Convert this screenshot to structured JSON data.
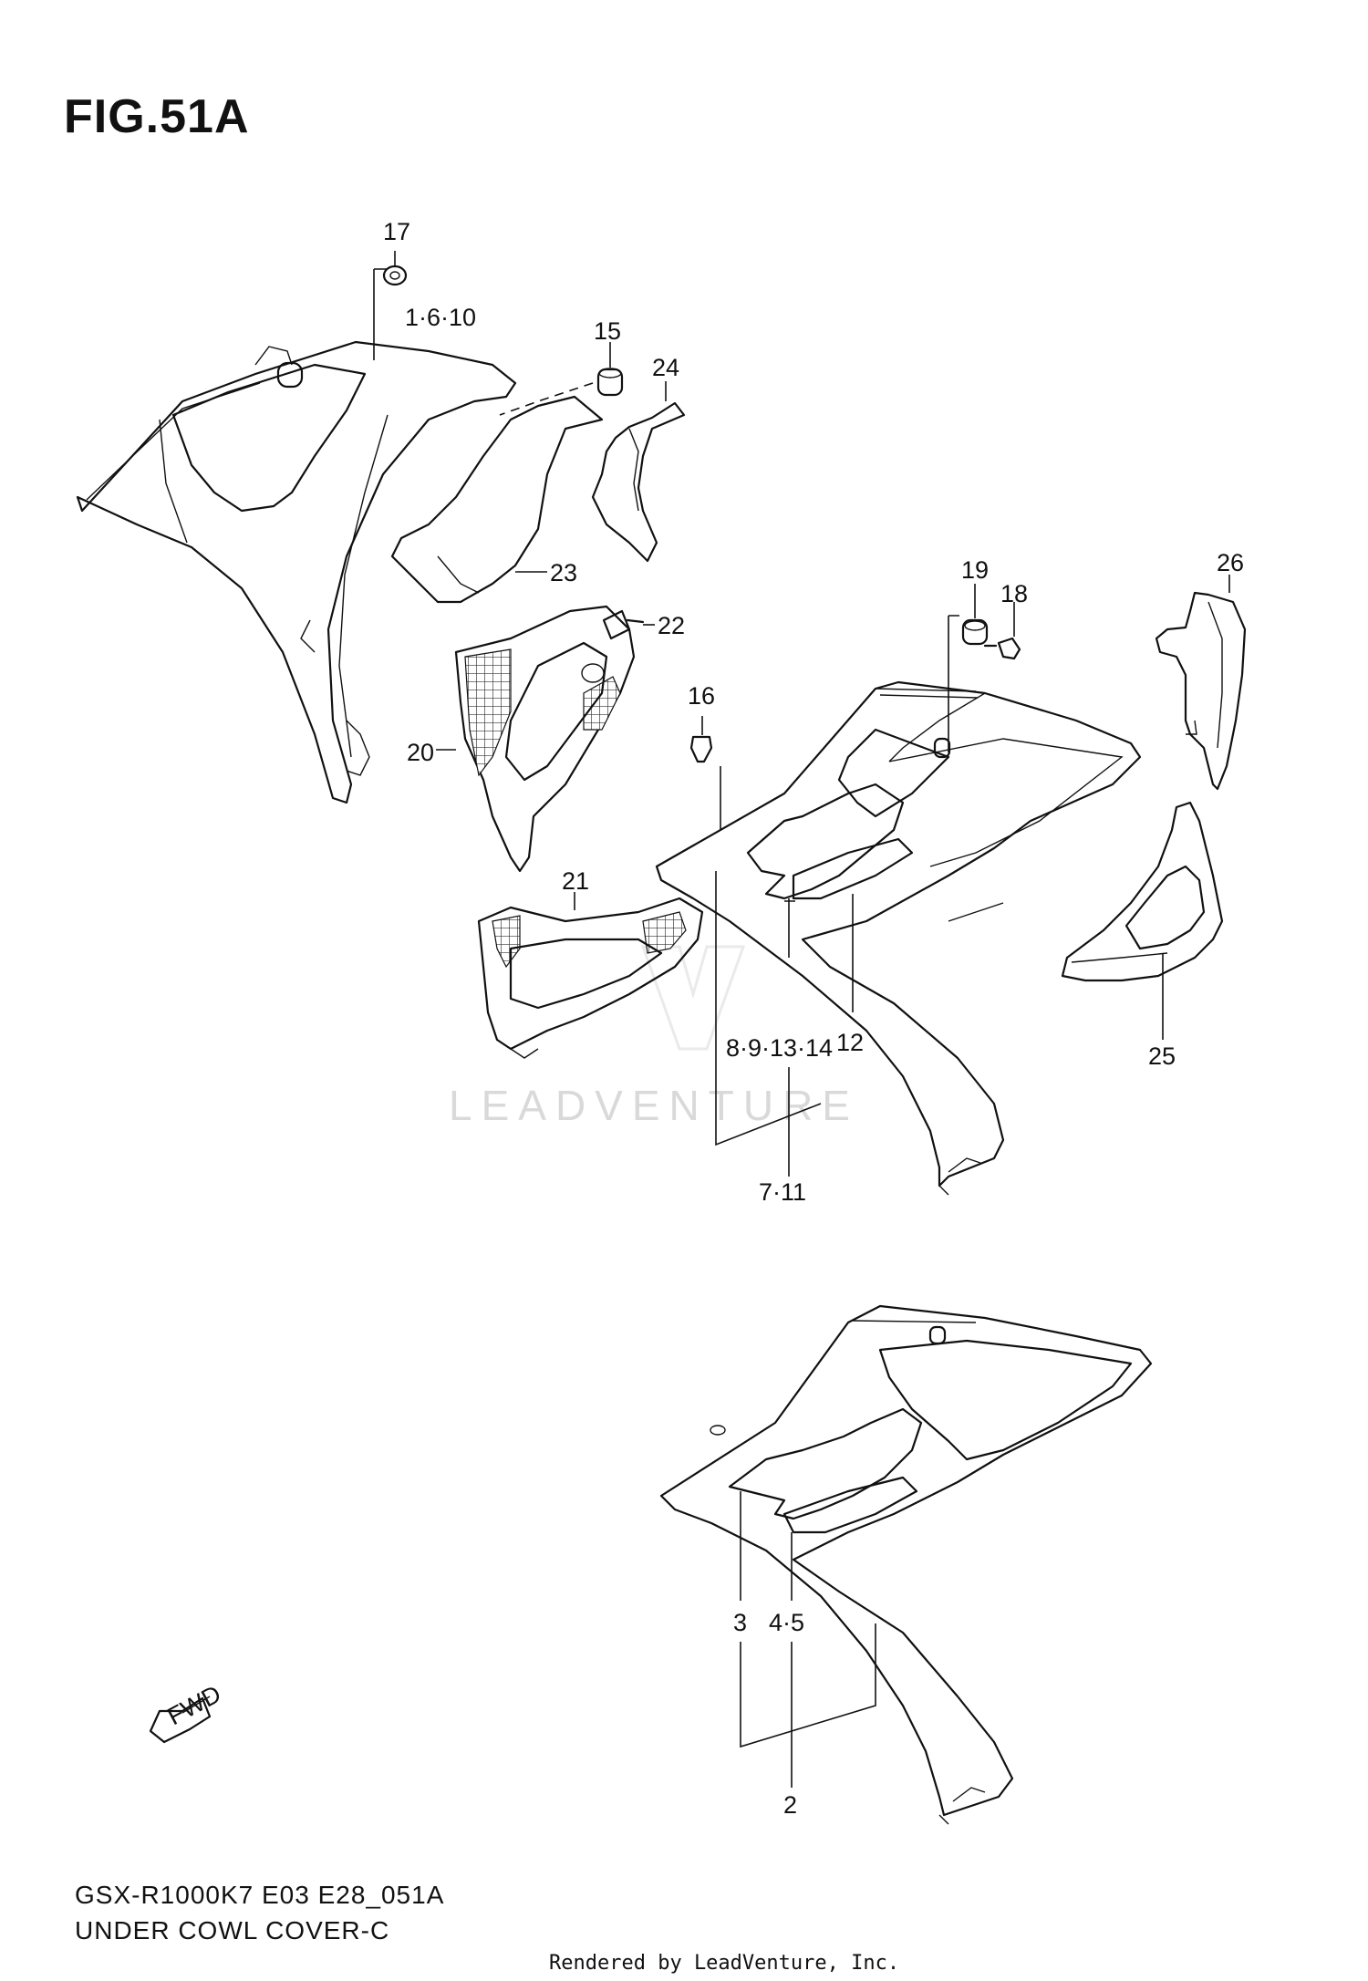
{
  "figure_title": "FIG.51A",
  "callouts": {
    "c17": "17",
    "c1_6_10": "1·6·10",
    "c15": "15",
    "c24": "24",
    "c23": "23",
    "c22": "22",
    "c20": "20",
    "c19": "19",
    "c18": "18",
    "c26": "26",
    "c16": "16",
    "c21": "21",
    "c8_9_13_14": "8·9·13·14",
    "c12": "12",
    "c25": "25",
    "c7_11": "7·11",
    "c3": "3",
    "c4_5": "4·5",
    "c2": "2"
  },
  "fwd_label": "FWD",
  "watermark": "LEADVENTURE",
  "footer": {
    "model_code": "GSX-R1000K7 E03 E28_051A",
    "section_name": "UNDER COWL COVER-C",
    "rendered_by": "Rendered by LeadVenture, Inc."
  }
}
